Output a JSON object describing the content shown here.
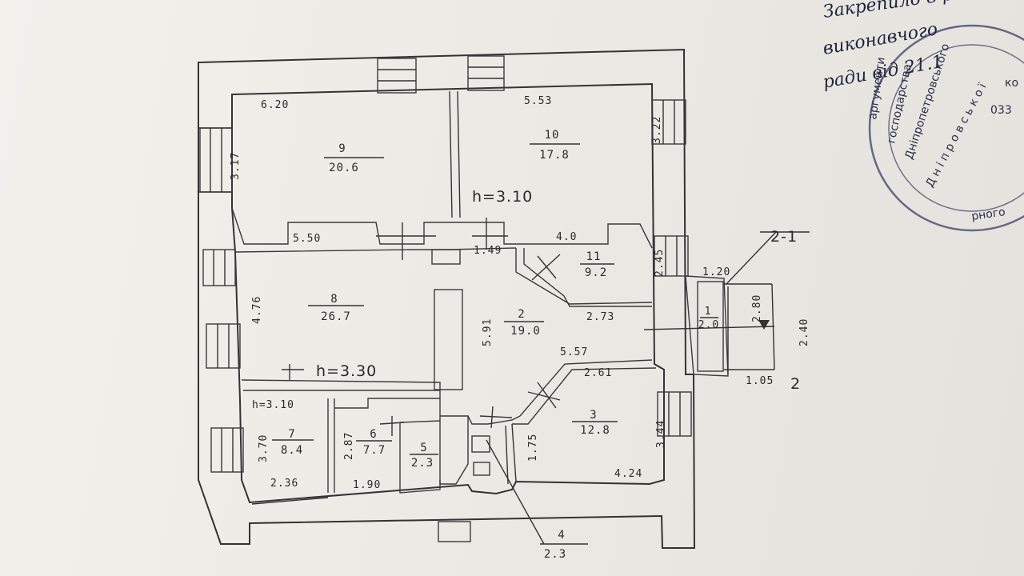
{
  "header": {
    "handwriting": [
      "Закрепило в реєстрі",
      "виконавчого",
      "ради від 21.1"
    ],
    "stamp_text": [
      "господарства",
      "Дніпропетровського",
      "Д н і п р о в с ь к о ї",
      "аргументи",
      "033",
      "ко",
      "рного"
    ]
  },
  "rooms": [
    {
      "id": "room-9",
      "number": "9",
      "area": "20.6"
    },
    {
      "id": "room-10",
      "number": "10",
      "area": "17.8"
    },
    {
      "id": "room-8",
      "number": "8",
      "area": "26.7"
    },
    {
      "id": "room-11",
      "number": "11",
      "area": "9.2"
    },
    {
      "id": "room-2",
      "number": "2",
      "area": "19.0"
    },
    {
      "id": "room-1",
      "number": "1",
      "area": "2.0"
    },
    {
      "id": "room-3",
      "number": "3",
      "area": "12.8"
    },
    {
      "id": "room-7",
      "number": "7",
      "area": "8.4"
    },
    {
      "id": "room-6",
      "number": "6",
      "area": "7.7"
    },
    {
      "id": "room-5",
      "number": "5",
      "area": "2.3"
    },
    {
      "id": "room-4",
      "number": "4",
      "area": "2.3"
    }
  ],
  "dimensions": {
    "r9_width": "6.20",
    "r9_depth": "3.17",
    "r10_width": "5.53",
    "r10_depth": "3.22",
    "height_top": "h=3.10",
    "r8_width": "5.50",
    "r8_depth": "4.76",
    "corridor_width": "1.49",
    "r11_width": "4.0",
    "r11_depth": "2.45",
    "r2_width": "2.73",
    "r2_depth": "5.91",
    "r2_bottom": "5.57",
    "r1_width": "1.20",
    "r1_depth": "2.80",
    "porch_depth": "2.40",
    "porch_width": "1.05",
    "height_mid": "h=3.30",
    "height_low": "h=3.10",
    "r3_width": "2.61",
    "r3_depth": "3.44",
    "r3_bottom": "4.24",
    "r4_depth": "1.75",
    "r7_depth": "3.70",
    "r7_width": "2.36",
    "r6_depth": "2.87",
    "r6_width": "1.90"
  },
  "section_label": "2-1",
  "section_end": "2"
}
